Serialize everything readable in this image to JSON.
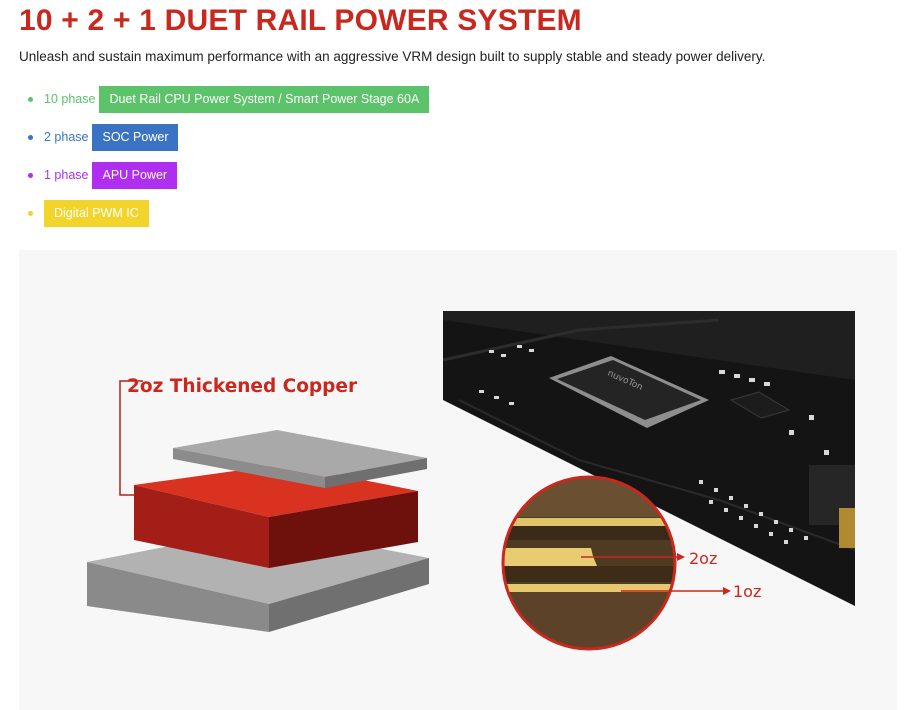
{
  "header": {
    "title": "10 + 2 + 1 DUET RAIL POWER SYSTEM",
    "subtitle": "Unleash and sustain maximum performance with an aggressive VRM design built to supply stable and steady power delivery."
  },
  "features": [
    {
      "phase": "10 phase",
      "label": "Duet Rail CPU Power System / Smart Power Stage 60A",
      "color": "#5cc36a"
    },
    {
      "phase": "2 phase",
      "label": "SOC Power",
      "color": "#3b73c4"
    },
    {
      "phase": "1 phase",
      "label": "APU Power",
      "color": "#b02ef0"
    },
    {
      "phase": "",
      "label": "Digital PWM IC",
      "color": "#f2d42a"
    }
  ],
  "figure": {
    "copper_label": "2oz Thickened Copper",
    "chip_marking": "nuvoTon",
    "layer_2oz": "2oz",
    "layer_1oz": "1oz",
    "accent_color": "#d4322a"
  }
}
